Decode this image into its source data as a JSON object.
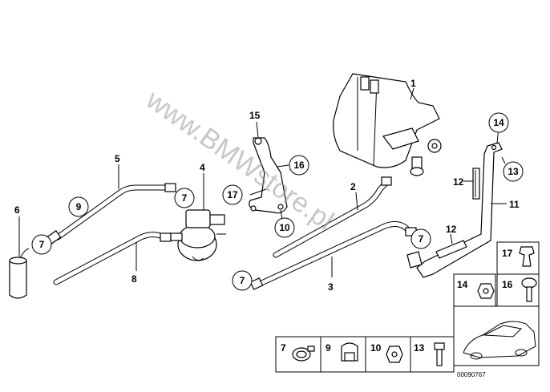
{
  "diagram": {
    "watermark": "www.BMWstore.pl",
    "reference_number": "00090767",
    "labels": {
      "p1": "1",
      "p2": "2",
      "p3": "3",
      "p4": "4",
      "p5": "5",
      "p6": "6",
      "p8": "8",
      "p11": "11",
      "p12a": "12",
      "p12b": "12",
      "p15": "15"
    },
    "callouts": {
      "c9": "9",
      "c7_left": "7",
      "c7_valve": "7",
      "c7_mid": "7",
      "c7_right": "7",
      "c16": "16",
      "c17": "17",
      "c10": "10",
      "c14": "14",
      "c13": "13"
    },
    "legend": {
      "top_right": [
        "17",
        "14",
        "16"
      ],
      "bottom_row": [
        "7",
        "9",
        "10",
        "13"
      ]
    }
  }
}
